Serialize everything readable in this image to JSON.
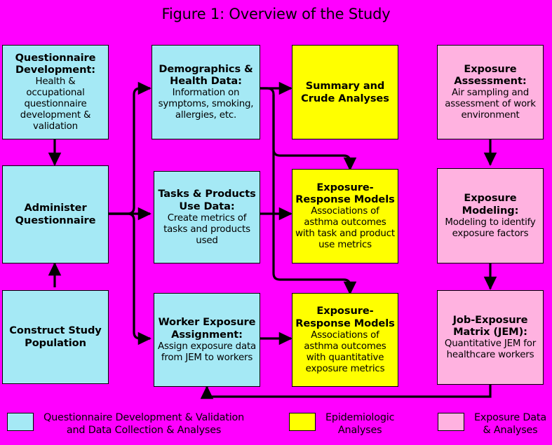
{
  "figure": {
    "title": "Figure 1: Overview of the Study",
    "background_color": "#ff00ff"
  },
  "colors": {
    "questionnaire": "#a5e9f5",
    "epidemiologic": "#ffff00",
    "exposure": "#ffb2e0",
    "border": "#000000",
    "background": "#ff00ff"
  },
  "nodes": {
    "questionnaire_development": {
      "title": "Questionnaire Development:",
      "detail": "Health & occupational questionnaire development & validation",
      "category": "questionnaire"
    },
    "administer_questionnaire": {
      "title": "Administer Questionnaire",
      "detail": "",
      "category": "questionnaire"
    },
    "construct_study_population": {
      "title": "Construct Study Population",
      "detail": "",
      "category": "questionnaire"
    },
    "demographics_health_data": {
      "title": "Demographics & Health Data:",
      "detail": "Information on symptoms, smoking, allergies, etc.",
      "category": "questionnaire"
    },
    "tasks_products_use_data": {
      "title": "Tasks & Products Use Data:",
      "detail": "Create metrics of tasks and products used",
      "category": "questionnaire"
    },
    "worker_exposure_assignment": {
      "title": "Worker Exposure Assignment:",
      "detail": "Assign exposure data from JEM to workers",
      "category": "questionnaire"
    },
    "summary_crude_analyses": {
      "title": "Summary and Crude Analyses",
      "detail": "",
      "category": "epidemiologic"
    },
    "exposure_response_tasks": {
      "title": "Exposure-Response Models",
      "detail": "Associations of asthma outcomes with task and product use metrics",
      "category": "epidemiologic"
    },
    "exposure_response_quantitative": {
      "title": "Exposure-Response Models",
      "detail": "Associations of asthma outcomes with quantitative exposure metrics",
      "category": "epidemiologic"
    },
    "exposure_assessment": {
      "title": "Exposure Assessment:",
      "detail": "Air sampling and assessment of work environment",
      "category": "exposure"
    },
    "exposure_modeling": {
      "title": "Exposure Modeling:",
      "detail": "Modeling to identify exposure factors",
      "category": "exposure"
    },
    "job_exposure_matrix": {
      "title": "Job-Exposure Matrix (JEM):",
      "detail": "Quantitative JEM for healthcare workers",
      "category": "exposure"
    }
  },
  "legend": [
    {
      "swatch_color": "#a5e9f5",
      "label": "Questionnaire Development & Validation\nand Data Collection & Analyses"
    },
    {
      "swatch_color": "#ffff00",
      "label": "Epidemiologic\nAnalyses"
    },
    {
      "swatch_color": "#ffb2e0",
      "label": "Exposure Data\n& Analyses"
    }
  ]
}
